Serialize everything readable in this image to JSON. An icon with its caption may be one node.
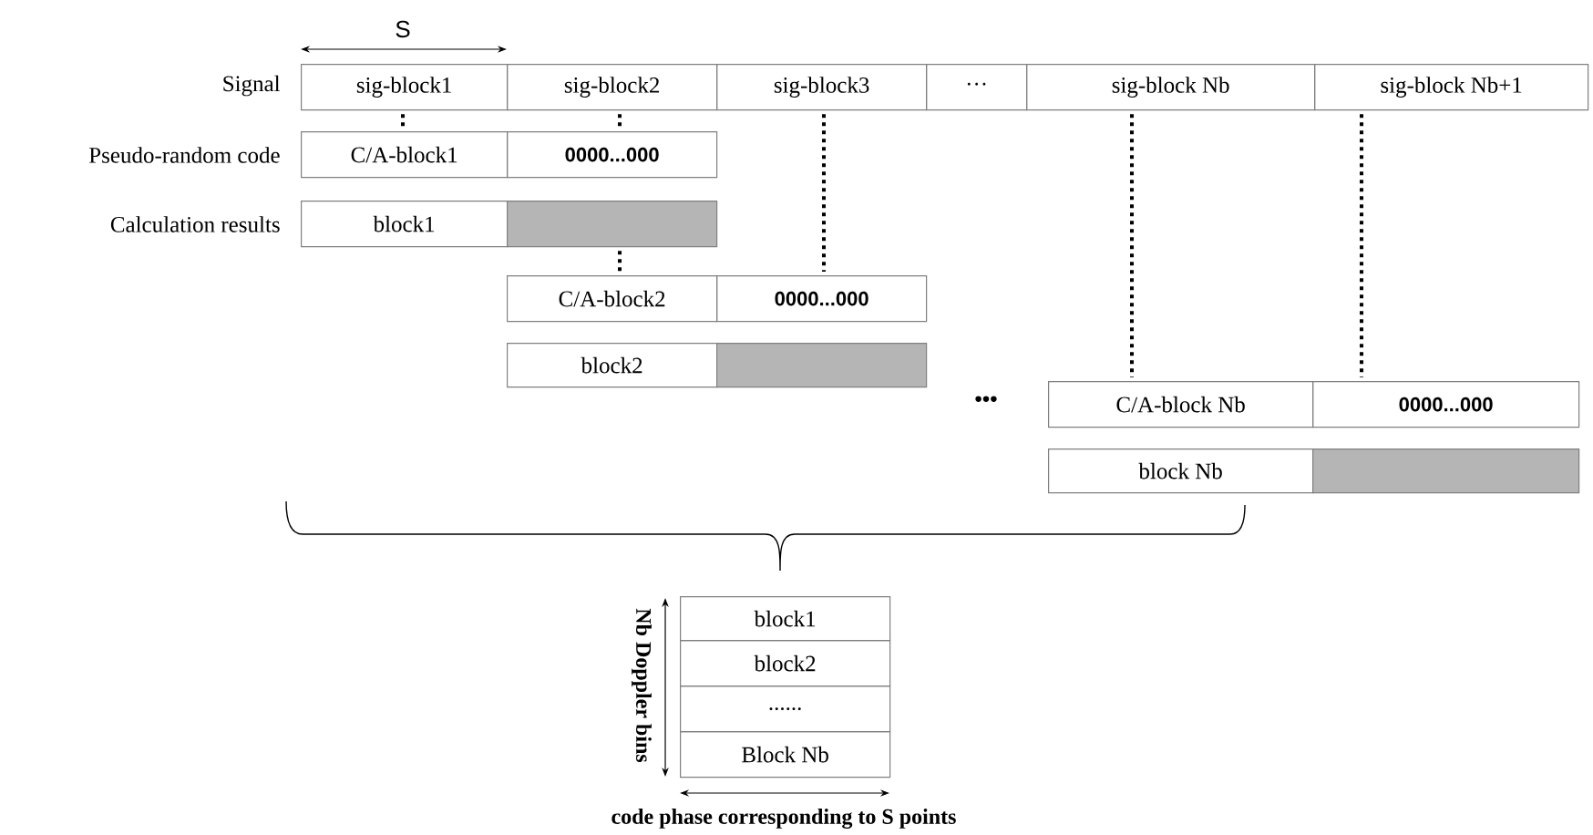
{
  "diagram": {
    "nodes": [
      {
        "text": [
          "sig-block1"
        ]
      },
      {
        "text": [
          "sig-block2"
        ]
      },
      {
        "text": [
          "sig-block3"
        ]
      },
      {
        "text": [
          "···"
        ]
      },
      {
        "text": [
          "sig-block Nb"
        ]
      },
      {
        "text": [
          "sig-block Nb+1"
        ]
      },
      {
        "text": [
          "C/A-block1"
        ]
      },
      {
        "text": [
          "0000...000"
        ]
      },
      {
        "text": [
          "block1"
        ]
      },
      {
        "text": [],
        "shape": "box"
      },
      {
        "text": [
          "C/A-block2"
        ]
      },
      {
        "text": [
          "0000...000"
        ]
      },
      {
        "text": [
          "block2"
        ]
      },
      {
        "text": [],
        "shape": "box"
      },
      {
        "text": [
          "C/A-block Nb"
        ]
      },
      {
        "text": [
          "0000...000"
        ]
      },
      {
        "text": [
          "block Nb"
        ]
      },
      {
        "text": [],
        "shape": "box"
      },
      {
        "text": [
          "block1"
        ]
      },
      {
        "text": [
          "block2"
        ]
      },
      {
        "text": [
          "......"
        ]
      },
      {
        "text": [
          "Block Nb"
        ]
      }
    ],
    "edges": [
      {
        "from": 0,
        "to": 6,
        "arrow": "none",
        "style": "dashed"
      },
      {
        "from": 1,
        "to": 7,
        "arrow": "none",
        "style": "dashed"
      },
      {
        "from": 9,
        "to": 10,
        "arrow": "none",
        "style": "dashed"
      },
      {
        "from": 2,
        "to": 11,
        "arrow": "none",
        "style": "dashed"
      },
      {
        "from": 4,
        "to": 14,
        "arrow": "none",
        "style": "dashed"
      },
      {
        "from": 5,
        "to": 15,
        "arrow": "none",
        "style": "dashed"
      }
    ],
    "labels": [
      "S",
      "Signal",
      "Pseudo-random code",
      "Calculation results",
      "•••",
      "Nb Doppler bins",
      "code phase corresponding to S points"
    ]
  }
}
